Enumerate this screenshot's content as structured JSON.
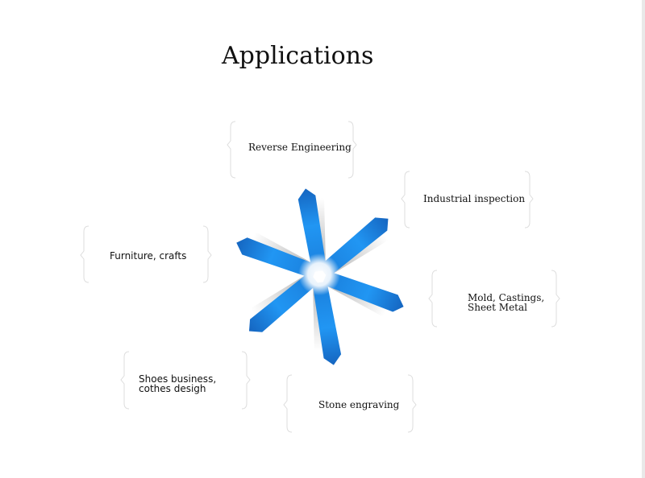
{
  "slide": {
    "title": "Applications"
  },
  "diagram": {
    "accent_color": "#1e88e5",
    "items": [
      {
        "label": "Reverse Engineering"
      },
      {
        "label": "Industrial inspection"
      },
      {
        "label": "Mold, Castings,\nSheet Metal"
      },
      {
        "label": "Stone engraving"
      },
      {
        "label": "Shoes business,\ncothes desigh"
      },
      {
        "label": "Furniture, crafts"
      }
    ]
  }
}
